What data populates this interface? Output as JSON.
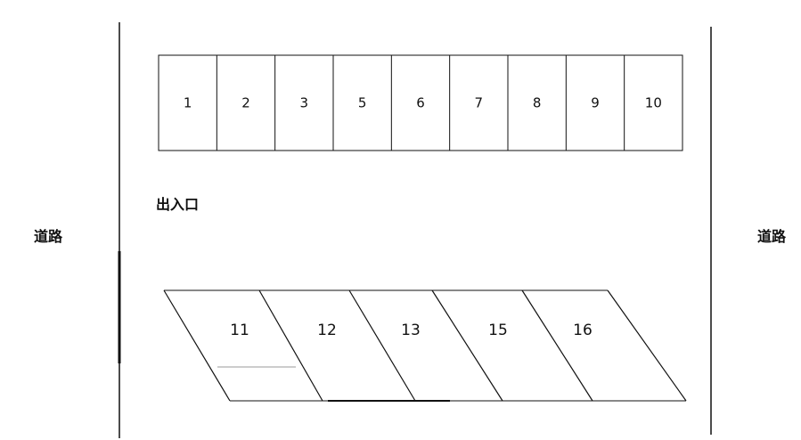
{
  "roads": {
    "left_label": "道路",
    "right_label": "道路"
  },
  "entrance": {
    "label": "出入口"
  },
  "top_row": {
    "spaces": [
      "1",
      "2",
      "3",
      "5",
      "6",
      "7",
      "8",
      "9",
      "10"
    ]
  },
  "bottom_row": {
    "spaces": [
      "11",
      "12",
      "13",
      "15",
      "16"
    ]
  },
  "colors": {
    "line": "#111111",
    "background": "#ffffff"
  }
}
